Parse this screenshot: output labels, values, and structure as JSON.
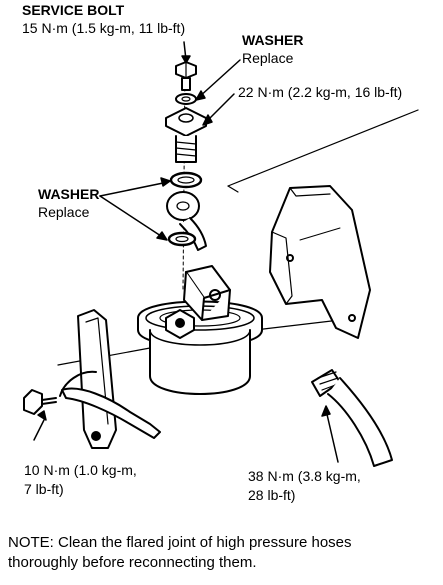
{
  "labels": {
    "service_bolt_title": "SERVICE BOLT",
    "service_bolt_torque": "15 N·m (1.5 kg-m, 11 lb-ft)",
    "washer_top_title": "WASHER",
    "washer_top_note": "Replace",
    "torque_22": "22 N·m (2.2 kg-m, 16 lb-ft)",
    "washer_left_title": "WASHER",
    "washer_left_note": "Replace",
    "torque_10_line1": "10 N·m (1.0 kg-m,",
    "torque_10_line2": "7 lb-ft)",
    "torque_38_line1": "38 N·m (3.8 kg-m,",
    "torque_38_line2": "28 lb-ft)"
  },
  "note": {
    "line1": "NOTE: Clean the flared joint of high pressure hoses",
    "line2": "thoroughly before reconnecting them."
  }
}
